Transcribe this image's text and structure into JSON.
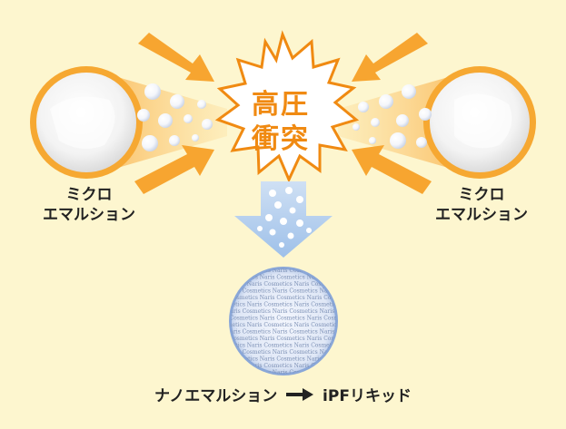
{
  "center_label": [
    "高圧",
    "衝突"
  ],
  "left_label": [
    "ミクロ",
    "エマルション"
  ],
  "right_label": [
    "ミクロ",
    "エマルション"
  ],
  "bottom_caption": {
    "left": "ナノエマルション",
    "right": "iPFリキッド"
  },
  "pattern_text": "Naris Cosmetics",
  "colors": {
    "background": "#fdf6cf",
    "arrow_orange": "#f7a530",
    "burst_text": "#f08a12",
    "down_arrow": "#a9c9ec",
    "nano_circle": "#8aa7d8"
  }
}
